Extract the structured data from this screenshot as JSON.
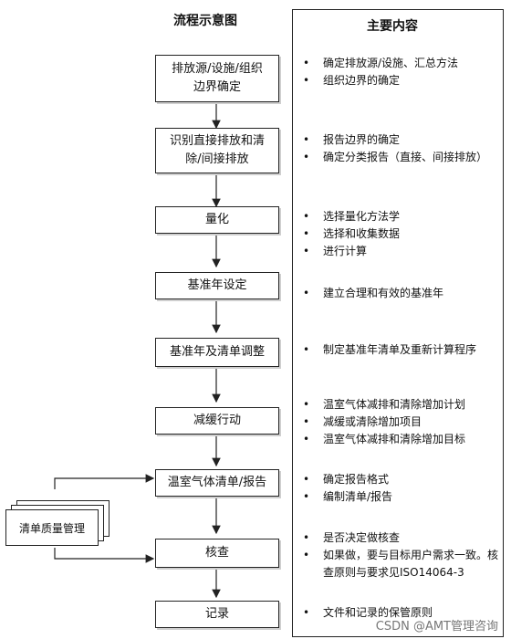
{
  "left_header": "流程示意图",
  "right_header": "主要内容",
  "steps": [
    {
      "label": "排放源/设施/组织\n边界确定",
      "bullets": [
        "确定排放源/设施、汇总方法",
        "组织边界的确定"
      ]
    },
    {
      "label": "识别直接排放和清\n除/间接排放",
      "bullets": [
        "报告边界的确定",
        "确定分类报告（直接、间接排放）"
      ]
    },
    {
      "label": "量化",
      "bullets": [
        "选择量化方法学",
        "选择和收集数据",
        "进行计算"
      ]
    },
    {
      "label": "基准年设定",
      "bullets": [
        "建立合理和有效的基准年"
      ]
    },
    {
      "label": "基准年及清单调整",
      "bullets": [
        "制定基准年清单及重新计算程序"
      ]
    },
    {
      "label": "减缓行动",
      "bullets": [
        "温室气体减排和清除增加计划",
        "减缓或清除增加项目",
        "温室气体减排和清除增加目标"
      ]
    },
    {
      "label": "温室气体清单/报告",
      "bullets": [
        "确定报告格式",
        "编制清单/报告"
      ]
    },
    {
      "label": "核查",
      "bullets": [
        "是否决定做核查",
        "如果做，要与目标用户需求一致。核查原则与要求见ISO14064-3"
      ]
    },
    {
      "label": "记录",
      "bullets": [
        "文件和记录的保管原则"
      ]
    }
  ],
  "side_doc": "清单质量管理",
  "watermark": "CSDN @AMT管理咨询"
}
